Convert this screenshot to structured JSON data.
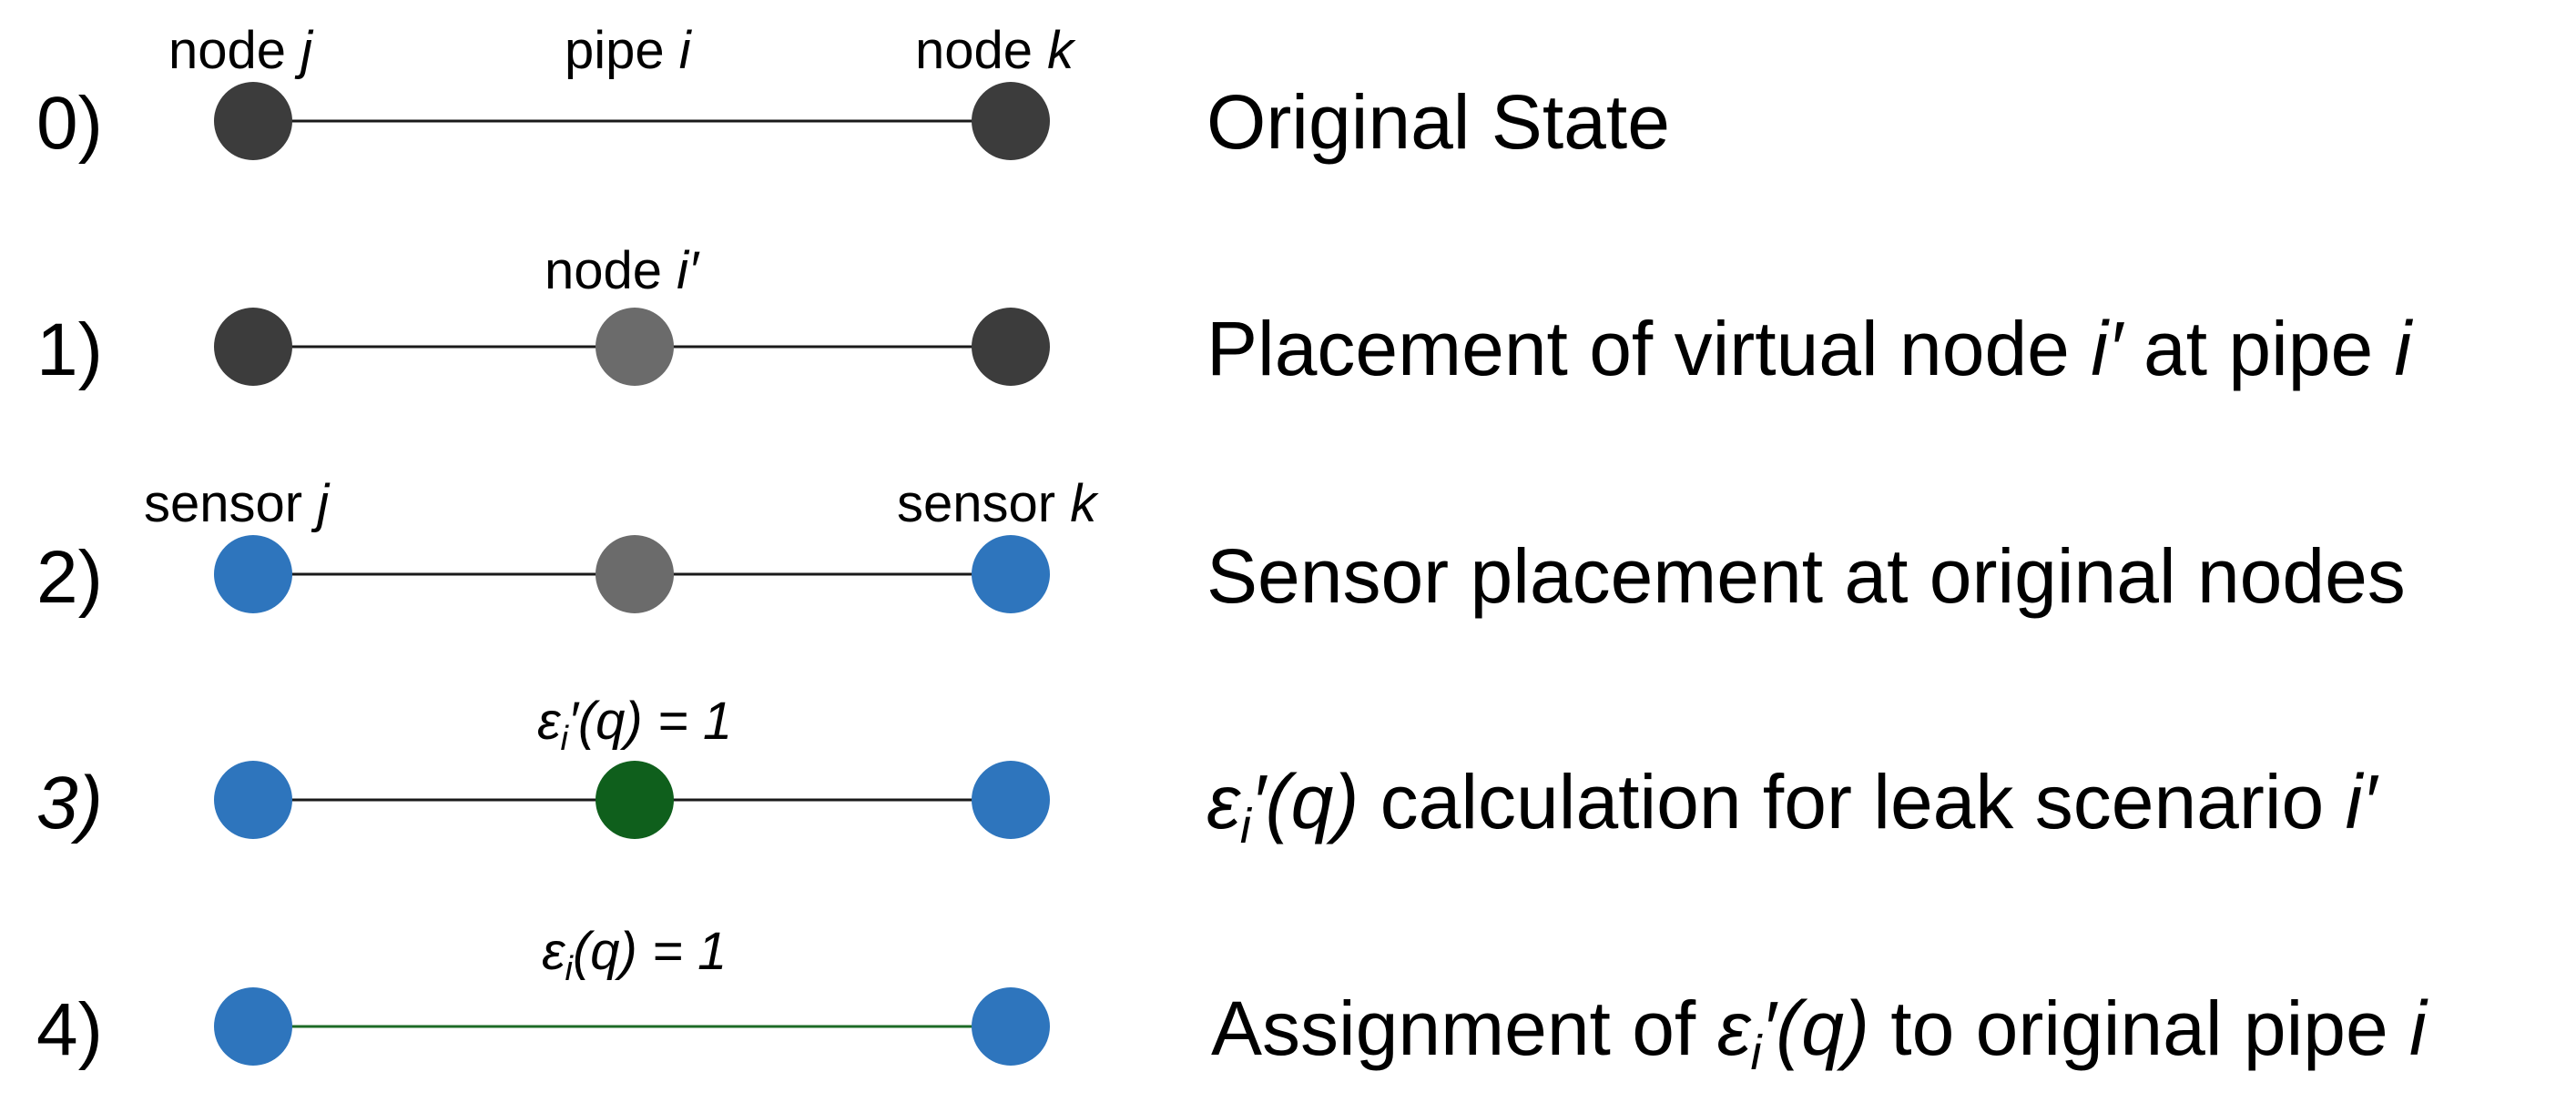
{
  "colors": {
    "dark_node": "#3c3c3c",
    "virtual_node": "#6b6b6b",
    "sensor": "#2e75bd",
    "leak": "#0f5f1c",
    "pipe": "#1a1a1a",
    "assigned_pipe": "#1c6b26",
    "text": "#111111"
  },
  "steps": [
    {
      "number": "0)",
      "label_left_pre": "node ",
      "label_left_var": "j",
      "label_mid_pre": "pipe ",
      "label_mid_var": "i",
      "label_right_pre": "node ",
      "label_right_var": "k",
      "desc": "Original State"
    },
    {
      "number": "1)",
      "label_mid_pre": "node ",
      "label_mid_var": "i′",
      "desc_pre": "Placement of virtual node ",
      "desc_var1": "i′",
      "desc_mid": " at pipe ",
      "desc_var2": "i"
    },
    {
      "number": "2)",
      "label_left_pre": "sensor ",
      "label_left_var": "j",
      "label_right_pre": "sensor ",
      "label_right_var": "k",
      "desc": "Sensor placement at original nodes"
    },
    {
      "number": "3)",
      "label_eps": "ε",
      "label_sub": "i",
      "label_rest": "′(q) = 1",
      "desc_eps": "ε",
      "desc_sub": "i",
      "desc_eps_rest": "′(q)",
      "desc_mid": " calculation for leak scenario ",
      "desc_var": "i′"
    },
    {
      "number": "4)",
      "label_eps": "ε",
      "label_sub": "i",
      "label_rest": "(q) = 1",
      "desc_pre": "Assignment of ",
      "desc_eps": "ε",
      "desc_sub": "i",
      "desc_eps_rest": "′(q)",
      "desc_post": " to original pipe ",
      "desc_var": "i"
    }
  ]
}
